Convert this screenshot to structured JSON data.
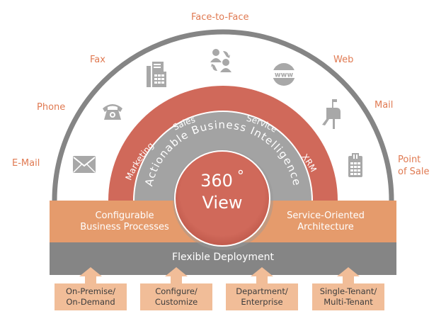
{
  "diagram": {
    "title": "360° View",
    "center": {
      "line1": "360",
      "degree": "°",
      "line2": "View"
    },
    "inner_ring_label": "Actionable Business Intelligence",
    "middle_ring_labels": [
      "Marketing",
      "Sales",
      "Service",
      "XRM"
    ],
    "channels": [
      {
        "label": "E-Mail",
        "icon": "envelope-icon"
      },
      {
        "label": "Phone",
        "icon": "telephone-icon"
      },
      {
        "label": "Fax",
        "icon": "fax-icon"
      },
      {
        "label": "Face-to-Face",
        "icon": "people-exchange-icon"
      },
      {
        "label": "Web",
        "icon": "www-globe-icon"
      },
      {
        "label": "Mail",
        "icon": "mailbox-icon"
      },
      {
        "label": "Point of Sale",
        "label_line1": "Point",
        "label_line2": "of Sale",
        "icon": "pos-terminal-icon"
      }
    ],
    "platform_band": {
      "left": "Configurable\nBusiness Processes",
      "right": "Service-Oriented\nArchitecture"
    },
    "deployment_band": "Flexible Deployment",
    "deployment_options": [
      "On-Premise/\nOn-Demand",
      "Configure/\nCustomize",
      "Department/\nEnterprise",
      "Single-Tenant/\nMulti-Tenant"
    ],
    "colors": {
      "accent_red": "#d0695a",
      "ring_gray": "#a3a3a3",
      "outer_arc_gray": "#858585",
      "platform_orange": "#e59b6c",
      "deployment_gray": "#858585",
      "option_peach": "#f1bd98",
      "label_orange": "#e07a52",
      "icon_gray": "#a8a8a8"
    }
  }
}
